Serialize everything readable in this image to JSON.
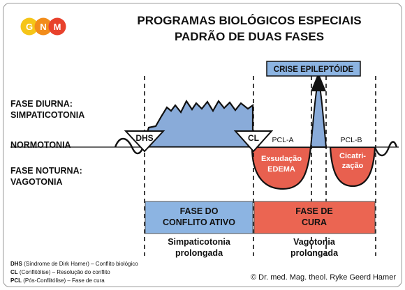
{
  "logo": {
    "letters": [
      "G",
      "N",
      "M"
    ],
    "colors": [
      "#F5C518",
      "#F28C1A",
      "#E8412C"
    ]
  },
  "title": {
    "line1": "PROGRAMAS BIOLÓGICOS ESPECIAIS",
    "line2": "PADRÃO DE DUAS FASES"
  },
  "labels": {
    "day_phase_1": "FASE DIURNA:",
    "day_phase_2": "SIMPATICOTONIA",
    "normotonia": "NORMOTONIA",
    "night_phase_1": "FASE NOTURNA:",
    "night_phase_2": "VAGOTONIA"
  },
  "markers": {
    "dhs": "DHS",
    "cl": "CL",
    "pcl_a": "PCL-A",
    "pcl_b": "PCL-B"
  },
  "crisis": "CRISE EPILEPTÓIDE",
  "exudation": {
    "line1": "Exsudação",
    "line2": "EDEMA"
  },
  "scarring": {
    "line1": "Cicatri-",
    "line2": "zação"
  },
  "phase_boxes": {
    "conflict": {
      "line1": "FASE DO",
      "line2": "CONFLITO ATIVO"
    },
    "healing": {
      "line1": "FASE DE",
      "line2": "CURA"
    }
  },
  "captions": {
    "sympatheticotonia": {
      "line1": "Simpaticotonia",
      "line2": "prolongada"
    },
    "vagotonia": {
      "line1": "Vagotonia",
      "line2": "prolongada"
    }
  },
  "legend": [
    {
      "abbr": "DHS",
      "text": " (Síndrome de Dirk Hamer) – Conflito biológico"
    },
    {
      "abbr": "CL",
      "text": " (Conflitólise) – Resolução do conflito"
    },
    {
      "abbr": "PCL",
      "text": " (Pós-Conflitólise) – Fase de cura"
    }
  ],
  "copyright": "© Dr. med. Mag. theol. Ryke Geerd Hamer",
  "colors": {
    "blue": "#89ABD9",
    "red": "#E8604F",
    "box_blue": "#8CB4E2",
    "box_red": "#EB6552"
  }
}
